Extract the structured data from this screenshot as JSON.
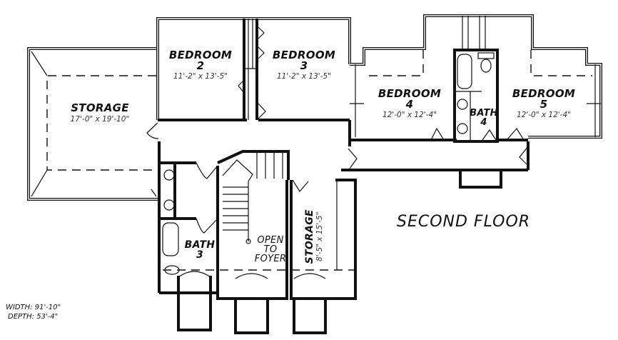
{
  "plan": {
    "title": "SECOND FLOOR",
    "overall": {
      "width": "WIDTH: 91'-10\"",
      "depth": "DEPTH: 53'-4\""
    },
    "rooms": {
      "storage_west": {
        "name": "STORAGE",
        "size": "17'-0\" x 19'-10\""
      },
      "bedroom2": {
        "name": "BEDROOM",
        "number": "2",
        "size": "11'-2\" x 13'-5\""
      },
      "bedroom3": {
        "name": "BEDROOM",
        "number": "3",
        "size": "11'-2\" x 13'-5\""
      },
      "bedroom4": {
        "name": "BEDROOM",
        "number": "4",
        "size": "12'-0\" x 12'-4\""
      },
      "bedroom5": {
        "name": "BEDROOM",
        "number": "5",
        "size": "12'-0\" x 12'-4\""
      },
      "bath4": {
        "name": "BATH",
        "number": "4"
      },
      "bath3": {
        "name": "BATH",
        "number": "3"
      },
      "open_to_foyer": {
        "line1": "OPEN",
        "line2": "TO",
        "line3": "FOYER"
      },
      "storage_south": {
        "name": "STORAGE",
        "size": "8'-5\" x 15'-5\""
      }
    }
  }
}
